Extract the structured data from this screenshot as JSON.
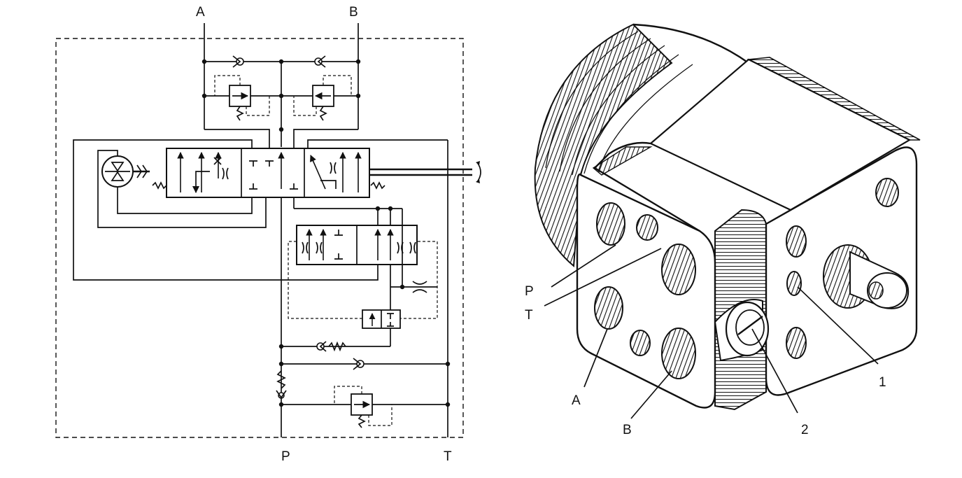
{
  "schematic": {
    "port_A": "A",
    "port_B": "B",
    "port_P": "P",
    "port_T": "T"
  },
  "illustration": {
    "label_P": "P",
    "label_T": "T",
    "label_A": "A",
    "label_B": "B",
    "label_1": "1",
    "label_2": "2"
  }
}
